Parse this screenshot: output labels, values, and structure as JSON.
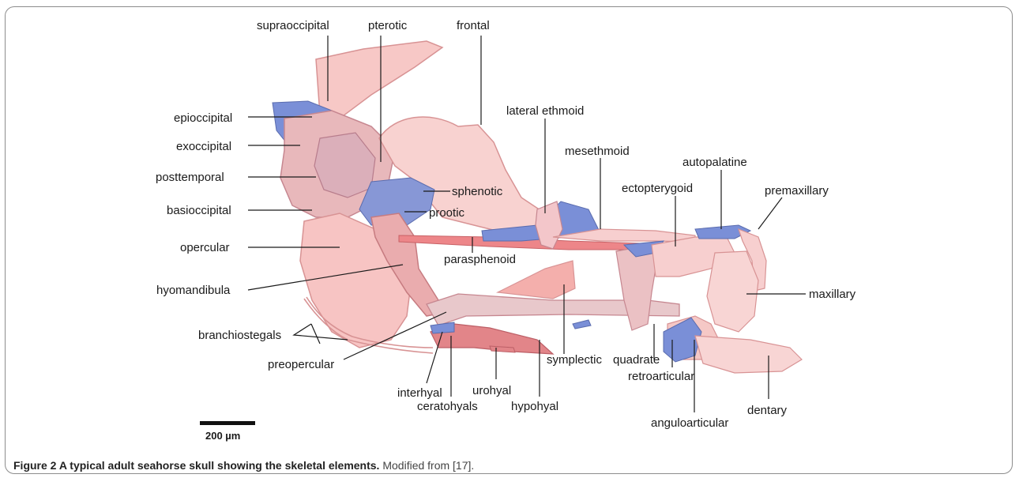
{
  "figure": {
    "labels": {
      "supraoccipital": "supraoccipital",
      "pterotic": "pterotic",
      "frontal": "frontal",
      "lateral_ethmoid": "lateral ethmoid",
      "epioccipital": "epioccipital",
      "exoccipital": "exoccipital",
      "mesethmoid": "mesethmoid",
      "autopalatine": "autopalatine",
      "posttemporal": "posttemporal",
      "ectopterygoid": "ectopterygoid",
      "premaxillary": "premaxillary",
      "sphenotic": "sphenotic",
      "basioccipital": "basioccipital",
      "prootic": "prootic",
      "opercular": "opercular",
      "parasphenoid": "parasphenoid",
      "hyomandibula": "hyomandibula",
      "maxillary": "maxillary",
      "branchiostegals": "branchiostegals",
      "quadrate": "quadrate",
      "preopercular": "preopercular",
      "symplectic": "symplectic",
      "retroarticular": "retroarticular",
      "interhyal": "interhyal",
      "urohyal": "urohyal",
      "dentary": "dentary",
      "ceratohyals": "ceratohyals",
      "hypohyal": "hypohyal",
      "anguloarticular": "anguloarticular"
    },
    "scale_bar_label": "200 µm",
    "colors": {
      "bone": "#f7c4c2",
      "bone_edge": "#d58a8c",
      "cartilage": "#6f86d4",
      "parasphenoid": "#ec7c80"
    }
  },
  "caption": {
    "title": "Figure 2 A typical adult seahorse skull showing the skeletal elements.",
    "text": "Modified from [17]."
  }
}
